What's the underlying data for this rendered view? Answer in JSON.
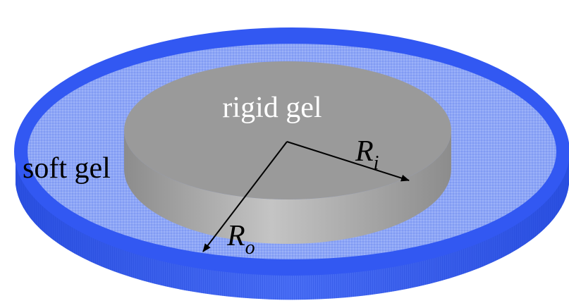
{
  "labels": {
    "inner_region": "rigid gel",
    "outer_region": "soft gel",
    "inner_radius_symbol": "R",
    "inner_radius_subscript": "i",
    "outer_radius_symbol": "R",
    "outer_radius_subscript": "o"
  },
  "colors": {
    "outer_dish_side": "#3a5ff2",
    "outer_dish_rim": "#2f56f0",
    "soft_gel_surface": "#8ea6f6",
    "rigid_gel_top": "#9a9a9a",
    "rigid_gel_side": "#b4b4b4",
    "rigid_gel_side_shadow": "#8c8c8c",
    "label_light": "#ffffff",
    "label_dark": "#000000",
    "arrow": "#000000"
  },
  "icons": {
    "inner_radius_arrow": "arrow-right-down",
    "outer_radius_arrow": "arrow-left-down"
  }
}
